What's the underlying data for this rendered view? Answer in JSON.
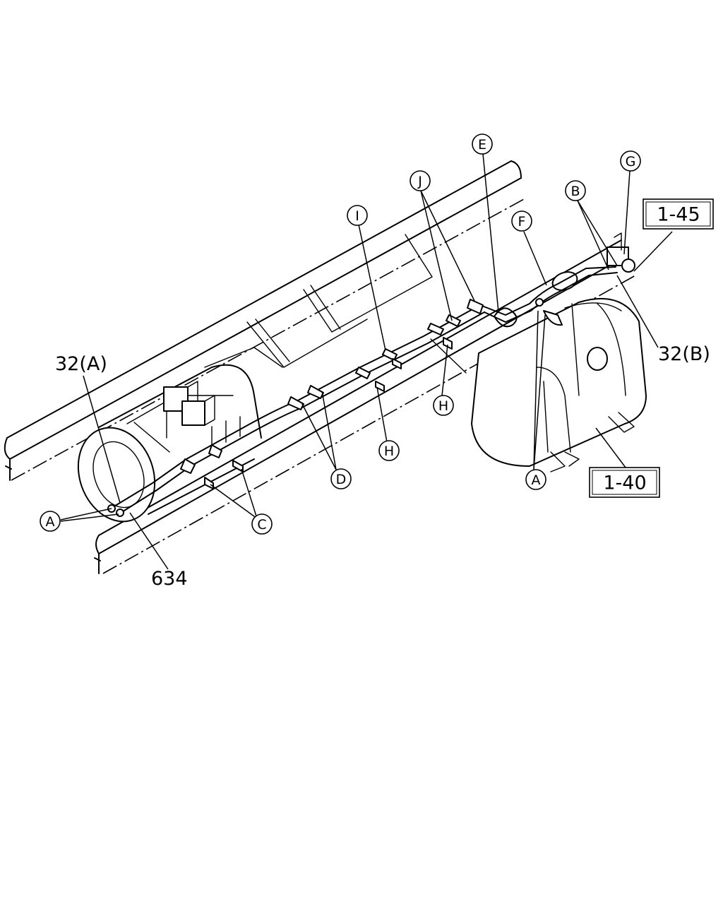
{
  "callouts": {
    "a_left": "A",
    "a_right": "A",
    "b": "B",
    "c": "C",
    "d": "D",
    "e": "E",
    "f": "F",
    "g": "G",
    "h": "H",
    "i": "I",
    "j": "J"
  },
  "part_labels": {
    "pipe_a": "32(A)",
    "pipe_b": "32(B)",
    "hose": "634"
  },
  "reference_boxes": {
    "filter_ref": "1-45",
    "tank_ref": "1-40"
  }
}
